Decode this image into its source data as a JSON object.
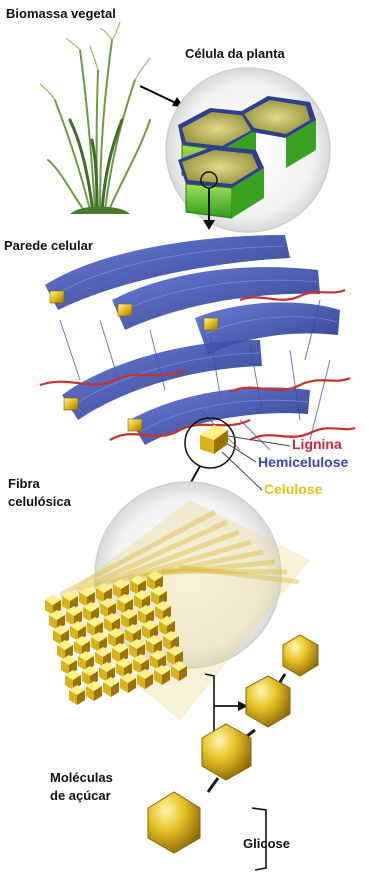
{
  "labels": {
    "biomass": "Biomassa vegetal",
    "plant_cell": "Célula da planta",
    "cell_wall": "Parede celular",
    "fiber_line1": "Fibra",
    "fiber_line2": "celulósica",
    "sugar_line1": "Moléculas",
    "sugar_line2": "de açúcar",
    "glucose": "Glicose"
  },
  "legend": [
    {
      "text": "Lignina",
      "color": "#d0253a"
    },
    {
      "text": "Hemicelulose",
      "color": "#3b44b8"
    },
    {
      "text": "Celulose",
      "color": "#e8c21a"
    }
  ],
  "colors": {
    "cell_green": "#56c32c",
    "cell_top": "#b8b44a",
    "hemicellulose_blue": "#2e3f9c",
    "lignin_red": "#c8322a",
    "cellulose_gold": "#d8b21c",
    "grass_green": "#5f8a3c"
  }
}
